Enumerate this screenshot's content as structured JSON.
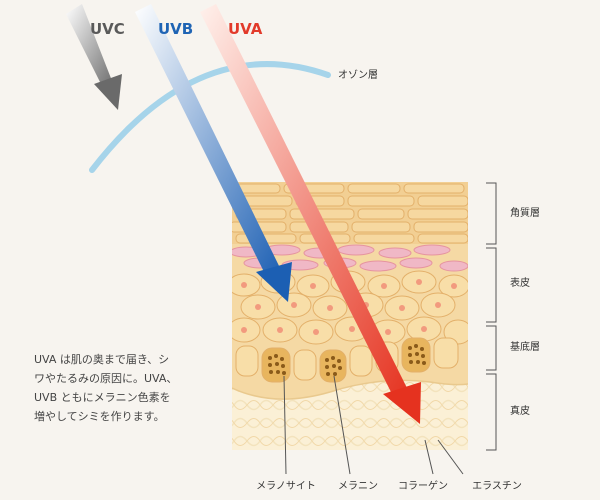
{
  "rays": {
    "uvc": {
      "label": "UVC",
      "color": "#5a5a5a"
    },
    "uvb": {
      "label": "UVB",
      "color": "#1f64b4"
    },
    "uva": {
      "label": "UVA",
      "color": "#e23a2a"
    }
  },
  "ozone_label": "オゾン層",
  "layer_labels": {
    "stratum_corneum": "角質層",
    "epidermis": "表皮",
    "basal": "基底層",
    "dermis": "真皮"
  },
  "bottom_labels": {
    "melanocyte": "メラノサイト",
    "melanin": "メラニン",
    "collagen": "コラーゲン",
    "elastin": "エラスチン"
  },
  "description_lines": [
    "UVA は肌の奥まで届き、シ",
    "ワやたるみの原因に。UVA、",
    "UVB ともにメラニン色素を",
    "増やしてシミを作ります。"
  ],
  "colors": {
    "background": "#f7f4ef",
    "ozone": "#a6d4ea",
    "skin_cell": "#f8dba6",
    "skin_border": "#e3b06a",
    "pink_cell": "#f0b8c6",
    "melanin": "#8a5a1a"
  }
}
